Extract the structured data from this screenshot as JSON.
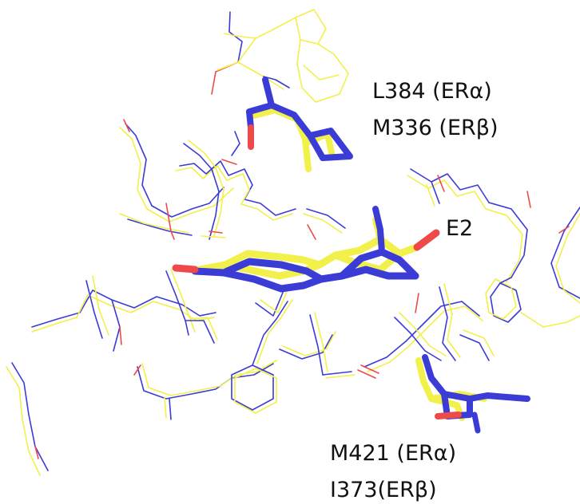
{
  "labels": {
    "residue_top_alpha": "L384 (ERα)",
    "residue_top_beta": "M336 (ERβ)",
    "ligand": "E2",
    "residue_bottom_alpha": "M421 (ERα)",
    "residue_bottom_beta": "I373(ERβ)"
  },
  "colors": {
    "background": "#ffffff",
    "structure_a": "#f2f04a",
    "structure_b": "#3b3bd6",
    "structure_b_bright": "#2f2ff0",
    "oxygen": "#ef4a4a",
    "label_text": "#111111"
  }
}
